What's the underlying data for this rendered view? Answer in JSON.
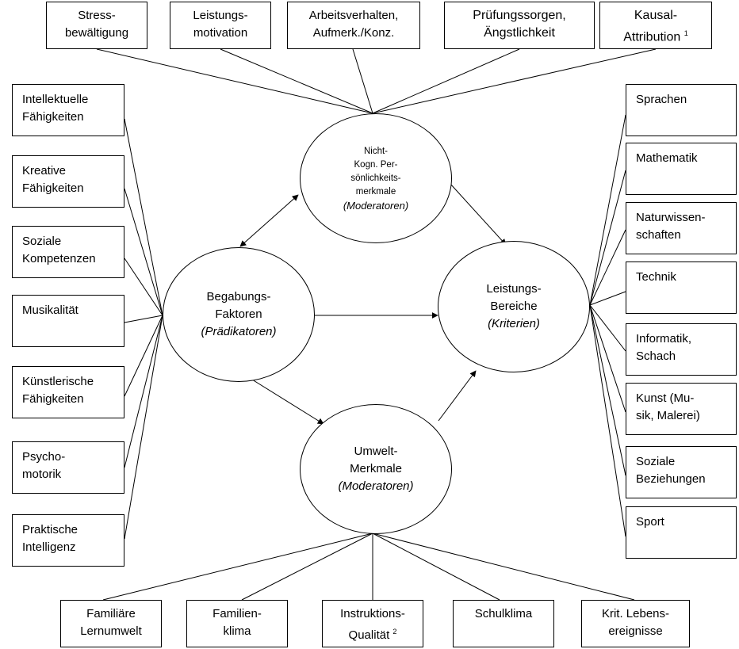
{
  "top": {
    "items": [
      {
        "line1": "Stress-",
        "line2": "bewältigung",
        "sup": ""
      },
      {
        "line1": "Leistungs-",
        "line2": "motivation",
        "sup": ""
      },
      {
        "line1": "Arbeitsverhalten,",
        "line2": "Aufmerk./Konz.",
        "sup": ""
      },
      {
        "line1": "Prüfungssorgen,",
        "line2": "Ängstlichkeit",
        "sup": ""
      },
      {
        "line1": "Kausal-",
        "line2": "Attribution",
        "sup": "1"
      }
    ]
  },
  "left": {
    "items": [
      {
        "line1": "Intellektuelle",
        "line2": "Fähigkeiten"
      },
      {
        "line1": "Kreative",
        "line2": "Fähigkeiten"
      },
      {
        "line1": "Soziale",
        "line2": "Kompetenzen"
      },
      {
        "line1": "Musikalität",
        "line2": ""
      },
      {
        "line1": "Künstlerische",
        "line2": "Fähigkeiten"
      },
      {
        "line1": "Psycho-",
        "line2": "motorik"
      },
      {
        "line1": "Praktische",
        "line2": "Intelligenz"
      }
    ]
  },
  "right": {
    "items": [
      {
        "line1": "Sprachen",
        "line2": ""
      },
      {
        "line1": "Mathematik",
        "line2": ""
      },
      {
        "line1": "Naturwissen-",
        "line2": "schaften"
      },
      {
        "line1": "Technik",
        "line2": ""
      },
      {
        "line1": "Informatik,",
        "line2": "Schach"
      },
      {
        "line1": "Kunst (Mu-",
        "line2": "sik, Malerei)"
      },
      {
        "line1": "Soziale",
        "line2": "Beziehungen"
      },
      {
        "line1": "Sport",
        "line2": ""
      }
    ]
  },
  "bottom": {
    "items": [
      {
        "line1": "Familiäre",
        "line2": "Lernumwelt",
        "sup": ""
      },
      {
        "line1": "Familien-",
        "line2": "klima",
        "sup": ""
      },
      {
        "line1": "Instruktions-",
        "line2": "Qualität",
        "sup": "2"
      },
      {
        "line1": "Schulklima",
        "line2": "",
        "sup": ""
      },
      {
        "line1": "Krit. Lebens-",
        "line2": "ereignisse",
        "sup": ""
      }
    ]
  },
  "ellipses": {
    "nichtkogn": {
      "lines": [
        "Nicht-",
        "Kogn. Per-",
        "sönlichkeits-",
        "merkmale"
      ],
      "role": "(Moderatoren)"
    },
    "begabung": {
      "lines": [
        "Begabungs-",
        "Faktoren"
      ],
      "role": "(Prädikatoren)"
    },
    "leistung": {
      "lines": [
        "Leistungs-",
        "Bereiche"
      ],
      "role": "(Kriterien)"
    },
    "umwelt": {
      "lines": [
        "Umwelt-",
        "Merkmale"
      ],
      "role": "(Moderatoren)"
    }
  }
}
